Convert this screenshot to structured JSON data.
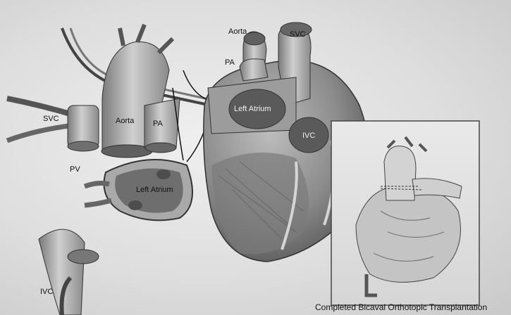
{
  "figure": {
    "labels": {
      "aorta_right": "Aorta",
      "svc_right": "SVC",
      "pa_right": "PA",
      "left_atrium_right": "Left Atrium",
      "ivc_right": "IVC",
      "svc_left": "SVC",
      "aorta_left": "Aorta",
      "pa_left": "PA",
      "pv_left": "PV",
      "left_atrium_left": "Left Atrium",
      "ivc_left": "IVC"
    },
    "inset_caption": "Completed Bicaval Orthotopic Transplantation"
  }
}
